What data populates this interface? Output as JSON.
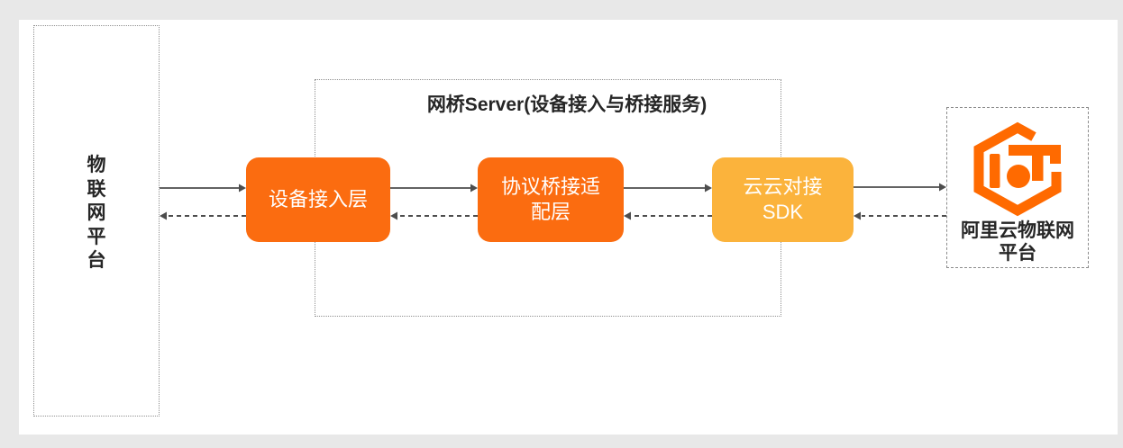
{
  "page": {
    "background": "#E8E8E8",
    "panel_background": "#FFFFFF"
  },
  "diagram": {
    "left_node": {
      "label": "物\n联\n网\n平\n台"
    },
    "bridge": {
      "title": "网桥Server(设备接入与桥接服务)",
      "boxes": [
        {
          "label": "设备接入层",
          "color": "#FB6C10"
        },
        {
          "label": "协议桥接适\n配层",
          "color": "#FB6C10"
        },
        {
          "label": "云云对接\nSDK",
          "color": "#FBB33C"
        }
      ]
    },
    "right_node": {
      "label": "阿里云物联网\n平台",
      "logo": "aliyun-iot-logo",
      "logo_color": "#FF6A00"
    },
    "edges": [
      {
        "from": "物联网平台",
        "to": "设备接入层",
        "style": "solid"
      },
      {
        "from": "设备接入层",
        "to": "物联网平台",
        "style": "dashed"
      },
      {
        "from": "设备接入层",
        "to": "协议桥接适配层",
        "style": "solid"
      },
      {
        "from": "协议桥接适配层",
        "to": "设备接入层",
        "style": "dashed"
      },
      {
        "from": "协议桥接适配层",
        "to": "云云对接SDK",
        "style": "solid"
      },
      {
        "from": "云云对接SDK",
        "to": "协议桥接适配层",
        "style": "dashed"
      },
      {
        "from": "云云对接SDK",
        "to": "阿里云物联网平台",
        "style": "solid"
      },
      {
        "from": "阿里云物联网平台",
        "to": "云云对接SDK",
        "style": "dashed"
      }
    ],
    "colors": {
      "orange_box": "#FB6C10",
      "yellow_box": "#FBB33C",
      "arrow": "#4D4D4D",
      "border_dotted": "#909090",
      "border_dashed": "#8C8C8C",
      "text": "#262626"
    }
  }
}
